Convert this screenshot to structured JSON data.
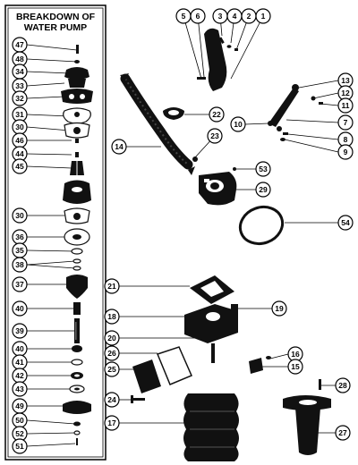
{
  "panel": {
    "title_line1": "BREAKDOWN OF",
    "title_line2": "WATER PUMP"
  },
  "callouts": {
    "c1": "1",
    "c2": "2",
    "c3": "3",
    "c4": "4",
    "c5": "5",
    "c6": "6",
    "c7": "7",
    "c8": "8",
    "c9": "9",
    "c10": "10",
    "c11": "11",
    "c12": "12",
    "c13": "13",
    "c14": "14",
    "c15": "15",
    "c16": "16",
    "c17": "17",
    "c18": "18",
    "c19": "19",
    "c20": "20",
    "c21": "21",
    "c22": "22",
    "c23": "23",
    "c24": "24",
    "c25": "25",
    "c26": "26",
    "c27": "27",
    "c28": "28",
    "c29": "29",
    "c30a": "30",
    "c30b": "30",
    "c31": "31",
    "c32": "32",
    "c33": "33",
    "c34": "34",
    "c35": "35",
    "c36": "36",
    "c37": "37",
    "c38": "38",
    "c39": "39",
    "c40a": "40",
    "c40b": "40",
    "c41": "41",
    "c42": "42",
    "c43": "43",
    "c44": "44",
    "c45": "45",
    "c46": "46",
    "c47": "47",
    "c48": "48",
    "c49": "49",
    "c50": "50",
    "c51": "51",
    "c52": "52",
    "c53": "53",
    "c54": "54"
  }
}
